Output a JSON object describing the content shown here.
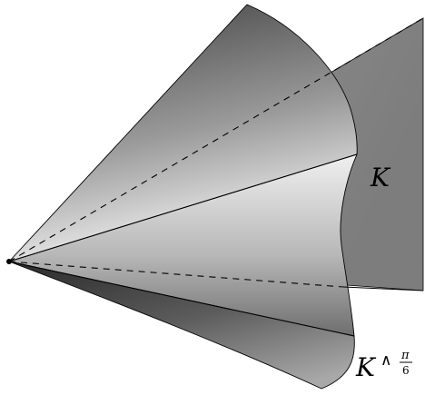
{
  "labels": {
    "cone": "K",
    "dual_base": "K",
    "dual_op": "∧",
    "angle_num": "π",
    "angle_den": "6"
  },
  "colors": {
    "plane_fill": "#8f8f8f",
    "cone_dark": "#3a3a3a",
    "cone_light": "#e6e6e6",
    "stroke": "#000000"
  }
}
